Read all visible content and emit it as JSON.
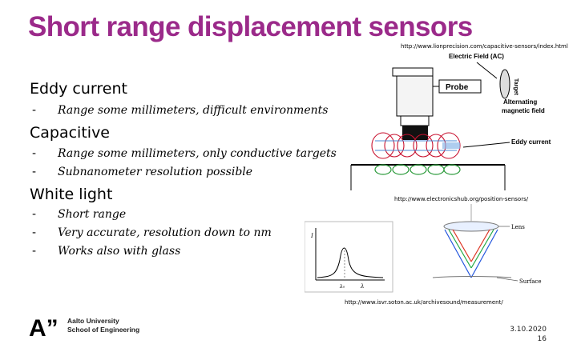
{
  "slide": {
    "title": "Short range displacement sensors",
    "sections": [
      {
        "heading": "Eddy current",
        "bullets": [
          "Range some millimeters, difficult environments"
        ]
      },
      {
        "heading": "Capacitive",
        "bullets": [
          "Range some millimeters, only conductive targets",
          "Subnanometer resolution possible"
        ]
      },
      {
        "heading": "White light",
        "bullets": [
          "Short range",
          "Very accurate, resolution down to nm",
          "Works also with glass"
        ]
      }
    ],
    "bullet_dash": "-",
    "urls": {
      "lion": "http://www.lionprecision.com/capacitive-sensors/index.html",
      "electronics": "http://www.electronicshub.org/position-sensors/",
      "soton": "http://www.isvr.soton.ac.uk/archivesound/measurement/"
    },
    "eddy_figure": {
      "electric_field": "Electric Field (AC)",
      "probe": "Probe",
      "target": "Target",
      "alternating": "Alternating",
      "magnetic": "magnetic field",
      "eddy_current": "Eddy current"
    },
    "white_figure": {
      "lens": "Lens",
      "surface": "Surface",
      "y_axis": "I",
      "x_axis": "λ",
      "peak": "λ₀"
    },
    "footer": {
      "logo_mark": "A”",
      "university": "Aalto University",
      "school": "School of Engineering",
      "date": "3.10.2020",
      "page": "16"
    },
    "colors": {
      "title": "#9b2a8a"
    }
  }
}
